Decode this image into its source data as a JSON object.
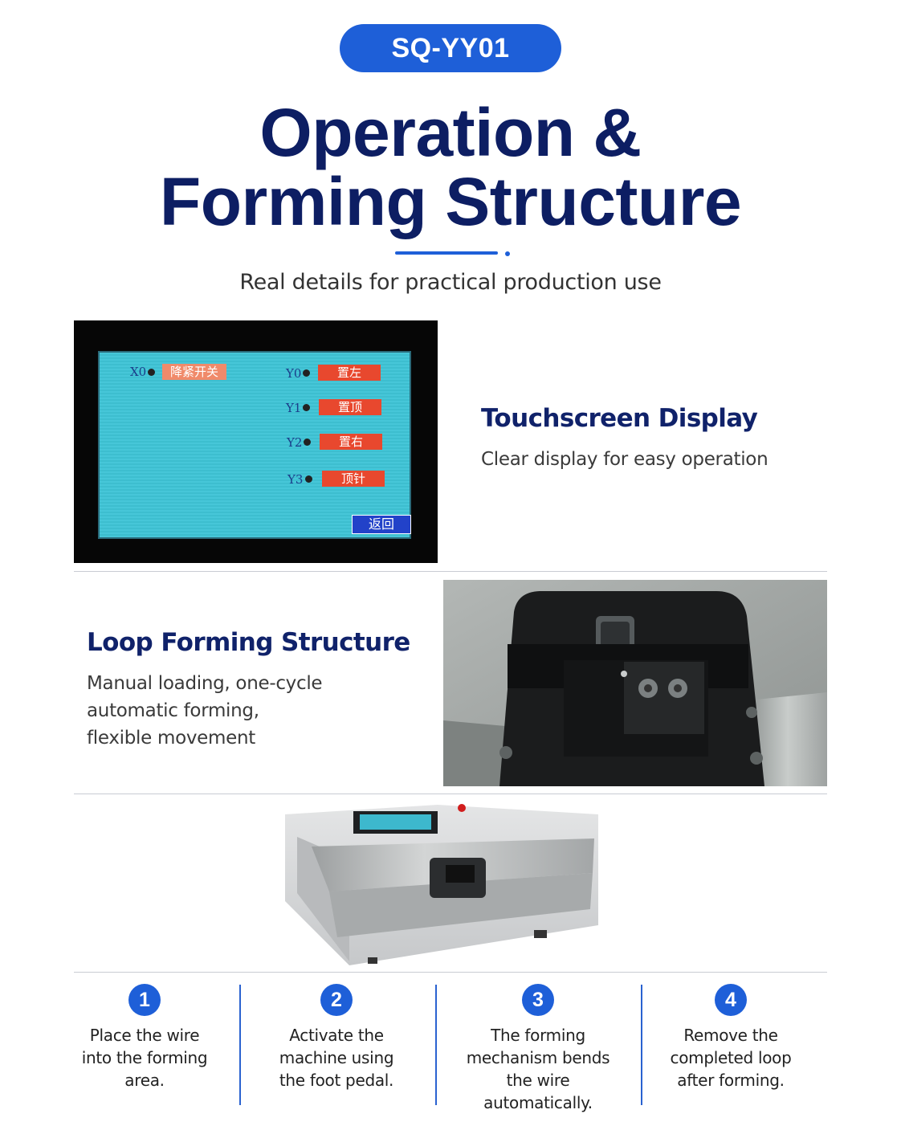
{
  "header": {
    "model_badge": "SQ-YY01",
    "title_line1": "Operation &",
    "title_line2": "Forming Structure",
    "subtitle": "Real details for practical production use"
  },
  "touchscreen_photo": {
    "inputs": [
      {
        "label": "X0",
        "button": "降紧开关"
      }
    ],
    "outputs": [
      {
        "label": "Y0",
        "button": "置左"
      },
      {
        "label": "Y1",
        "button": "置顶"
      },
      {
        "label": "Y2",
        "button": "置右"
      },
      {
        "label": "Y3",
        "button": "顶针"
      }
    ],
    "back_button": "返回"
  },
  "features": [
    {
      "title": "Touchscreen Display",
      "text": "Clear display for easy operation"
    },
    {
      "title": "Loop Forming Structure",
      "lines": [
        "Manual loading, one-cycle",
        "automatic forming,",
        "flexible movement"
      ]
    }
  ],
  "steps": [
    {
      "number": "1",
      "lines": [
        "Place the wire",
        "into the forming",
        "area."
      ]
    },
    {
      "number": "2",
      "lines": [
        "Activate the",
        "machine using",
        "the foot pedal."
      ]
    },
    {
      "number": "3",
      "lines": [
        "The forming",
        "mechanism bends",
        "the wire",
        "automatically."
      ]
    },
    {
      "number": "4",
      "lines": [
        "Remove the",
        "completed loop",
        "after forming."
      ]
    }
  ],
  "colors": {
    "accent": "#1e5fd8",
    "title": "#0d1e63",
    "screen": "#3fc4d6",
    "screen_button": "#e8482e"
  }
}
